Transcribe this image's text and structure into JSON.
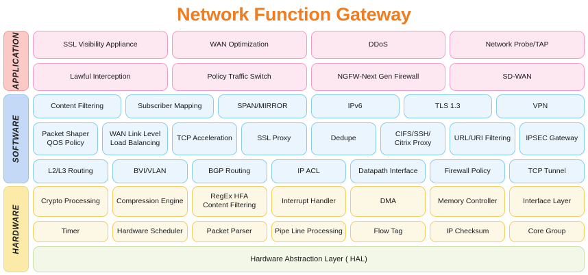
{
  "title": "Network Function Gateway",
  "colors": {
    "title": "#ef7d22",
    "application_fill": "#fde7f1",
    "application_border": "#f59cc6",
    "application_label_fill": "#fbc9c6",
    "software_fill": "#eaf5fd",
    "software_border": "#86cdec",
    "software_label_fill": "#c3d9f5",
    "hardware_fill": "#fdf7e6",
    "hardware_border": "#f3cd5e",
    "hardware_label_fill": "#fbeaa8",
    "hal_fill": "#f2f7e8",
    "hal_border": "#cfdfae"
  },
  "layers": {
    "application": {
      "label": "APPLICATION",
      "rows": [
        [
          "SSL Visibility Appliance",
          "WAN Optimization",
          "DDoS",
          "Network Probe/TAP"
        ],
        [
          "Lawful Interception",
          "Policy Traffic Switch",
          "NGFW-Next Gen Firewall",
          "SD-WAN"
        ]
      ]
    },
    "software": {
      "label": "SOFTWARE",
      "rows": [
        [
          "Content Filtering",
          "Subscriber Mapping",
          "SPAN/MIRROR",
          "IPv6",
          "TLS 1.3",
          "VPN"
        ],
        [
          "Packet Shaper\nQOS Policy",
          "WAN Link Level\nLoad Balancing",
          "TCP Acceleration",
          "SSL Proxy",
          "Dedupe",
          "CIFS/SSH/\nCitrix Proxy",
          "URL/URI Filtering",
          "IPSEC Gateway"
        ],
        [
          "L2/L3 Routing",
          "BVI/VLAN",
          "BGP Routing",
          "IP ACL",
          "Datapath Interface",
          "Firewall Policy",
          "TCP Tunnel"
        ]
      ]
    },
    "hardware": {
      "label": "HARDWARE",
      "rows": [
        [
          "Crypto Processing",
          "Compression Engine",
          "RegEx HFA\nContent Filtering",
          "Interrupt Handler",
          "DMA",
          "Memory Controller",
          "Interface Layer"
        ],
        [
          "Timer",
          "Hardware Scheduler",
          "Packet Parser",
          "Pipe Line Processing",
          "Flow Tag",
          "IP Checksum",
          "Core Group"
        ]
      ],
      "hal": "Hardware Abstraction Layer ( HAL)"
    }
  }
}
